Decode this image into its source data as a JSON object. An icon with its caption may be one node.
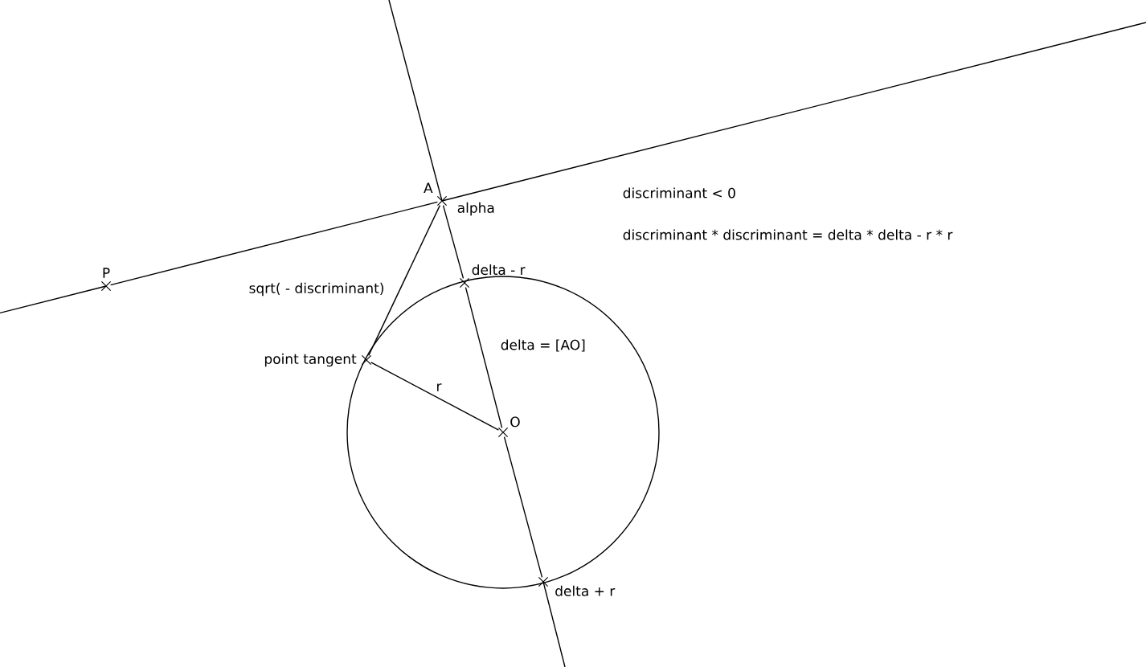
{
  "diagram": {
    "nodes": [
      {
        "text": [
          "A"
        ]
      },
      {
        "text": [
          "P"
        ]
      },
      {
        "text": [
          "point tangent"
        ]
      },
      {
        "text": [
          "O"
        ]
      },
      {
        "text": [
          "delta - r"
        ]
      },
      {
        "text": [
          "delta + r"
        ]
      }
    ],
    "edges": [
      {
        "from": 1,
        "to": 0,
        "arrow": "none"
      },
      {
        "from": 0,
        "to": 2,
        "arrow": "none",
        "label": "sqrt( - discriminant)"
      },
      {
        "from": 2,
        "to": 3,
        "arrow": "none",
        "label": "r"
      },
      {
        "from": 0,
        "to": 4,
        "arrow": "none"
      },
      {
        "from": 4,
        "to": 3,
        "arrow": "none",
        "label": "delta = [AO]"
      },
      {
        "from": 3,
        "to": 5,
        "arrow": "none"
      }
    ],
    "labels": [
      "alpha",
      "discriminant < 0",
      "discriminant * discriminant = delta * delta - r * r"
    ]
  }
}
